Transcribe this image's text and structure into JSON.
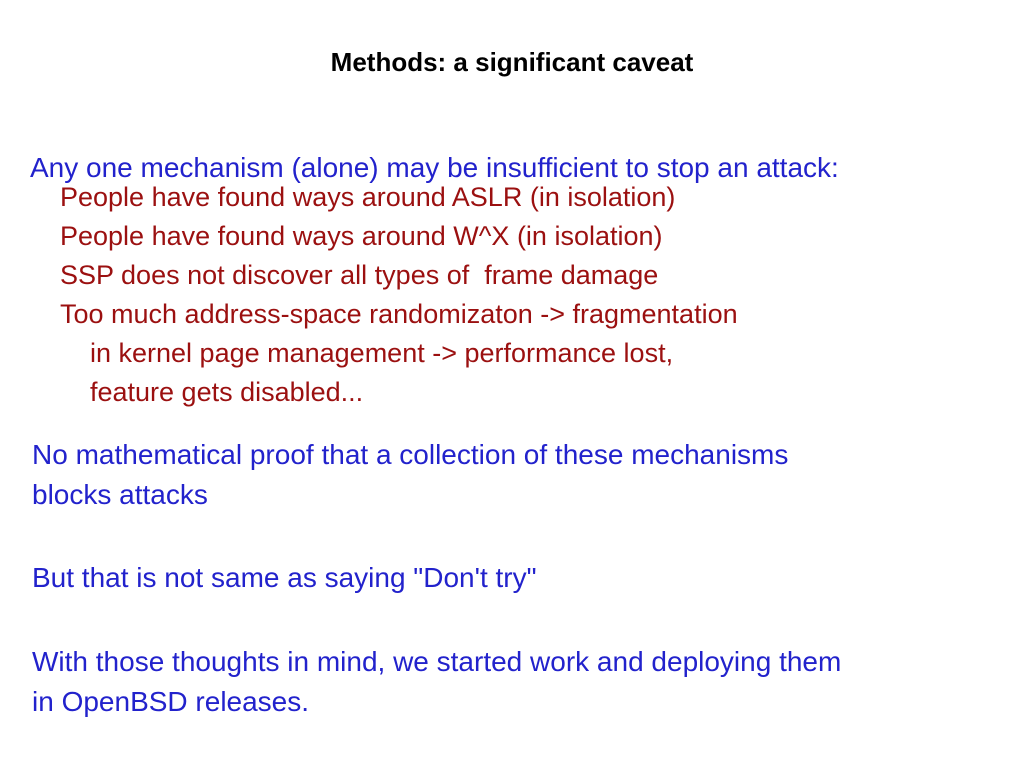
{
  "slide": {
    "title": "Methods: a significant caveat",
    "intro": "Any one mechanism (alone) may be insufficient to stop an attack:",
    "caveats": [
      "People have found ways around ASLR (in isolation)",
      "People have found ways around W^X (in isolation)",
      "SSP does not discover all types of  frame damage",
      "Too much address-space randomizaton -> fragmentation",
      "in kernel page management -> performance lost,",
      "feature gets disabled..."
    ],
    "paragraphs": [
      [
        "No mathematical proof that a collection of these mechanisms",
        "blocks attacks"
      ],
      [
        "But that is not same as saying \"Don't try\""
      ],
      [
        "With those thoughts in mind, we started work and deploying them",
        "in OpenBSD releases."
      ]
    ],
    "colors": {
      "background": "#ffffff",
      "title_text": "#000000",
      "blue_text": "#2222cc",
      "red_text": "#9b1010"
    }
  }
}
